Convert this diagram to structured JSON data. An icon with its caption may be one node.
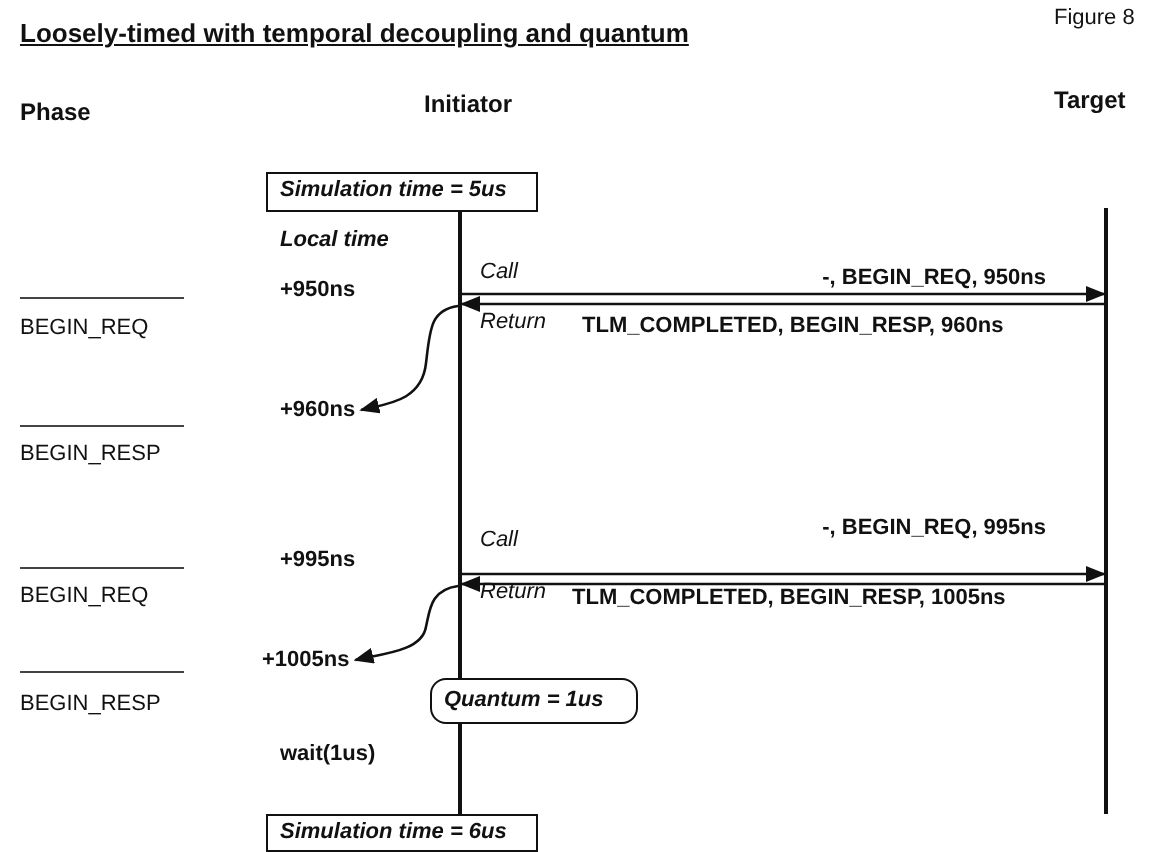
{
  "diagram": {
    "title": "Loosely-timed with temporal decoupling and quantum",
    "nodes": [
      {
        "text": [
          "Simulation time = 5us"
        ]
      },
      {
        "text": [],
        "shape": "bar"
      },
      {
        "text": [],
        "shape": "bar"
      },
      {
        "text": [
          "+960ns"
        ]
      },
      {
        "text": [
          "+1005ns"
        ]
      },
      {
        "text": [
          "Quantum = 1us"
        ]
      },
      {
        "text": [
          "Simulation time = 6us"
        ]
      }
    ],
    "edges": [
      {
        "from": 1,
        "to": 2,
        "arrow": "to",
        "label": "-, BEGIN_REQ, 950ns"
      },
      {
        "from": 2,
        "to": 1,
        "arrow": "to",
        "label": "TLM_COMPLETED, BEGIN_RESP, 960ns"
      },
      {
        "from": 1,
        "to": 3,
        "arrow": "to"
      },
      {
        "from": 1,
        "to": 2,
        "arrow": "to",
        "label": "-, BEGIN_REQ, 995ns"
      },
      {
        "from": 2,
        "to": 1,
        "arrow": "to",
        "label": "TLM_COMPLETED, BEGIN_RESP, 1005ns"
      },
      {
        "from": 1,
        "to": 4,
        "arrow": "to"
      }
    ],
    "labels": [
      "Figure 8",
      "Phase",
      "Initiator",
      "Target",
      "Local time",
      "+950ns",
      "Call",
      "Return",
      "BEGIN_REQ",
      "BEGIN_RESP",
      "+995ns",
      "Call",
      "Return",
      "BEGIN_REQ",
      "BEGIN_RESP",
      "wait(1us)"
    ]
  }
}
